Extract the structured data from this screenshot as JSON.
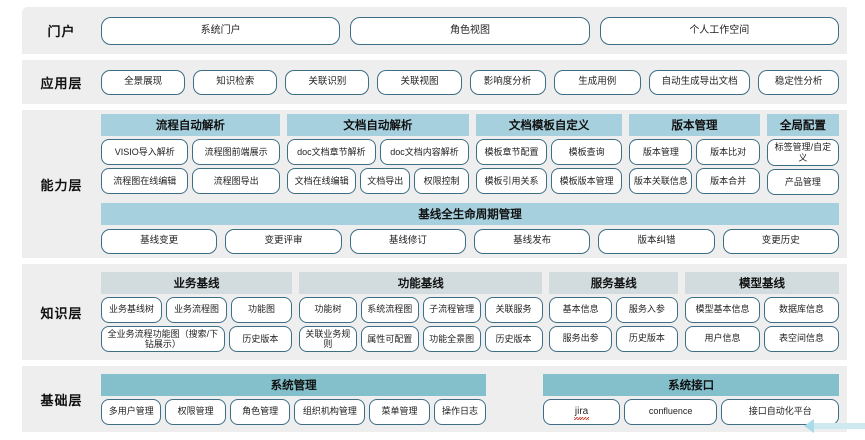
{
  "diagram": {
    "title": "系统分层架构图",
    "colors": {
      "band_bg": "#eeeeee",
      "header_blue": "#a6d0de",
      "header_grey": "#d2dcdf",
      "header_teal": "#83c0cb",
      "pill_border": "#3d6e85",
      "accent_arrow": "#a9dbe9",
      "spellcheck_red": "#d23b2e"
    },
    "layers": [
      {
        "label": "门户",
        "kind": "pills",
        "items": [
          "系统门户",
          "角色视图",
          "个人工作空间"
        ]
      },
      {
        "label": "应用层",
        "kind": "pills",
        "items": [
          "全景展现",
          "知识检索",
          "关联识别",
          "关联视图",
          "影响度分析",
          "生成用例",
          "自动生成导出文档",
          "稳定性分析"
        ]
      },
      {
        "label": "能力层",
        "kind": "groups",
        "header_style": "blue",
        "groups": [
          {
            "title": "流程自动解析",
            "flex": 208,
            "rows": [
              [
                "VISIO导入解析",
                "流程图前端展示"
              ],
              [
                "流程图在线编辑",
                "流程图导出"
              ]
            ]
          },
          {
            "title": "文档自动解析",
            "flex": 212,
            "rows": [
              [
                "doc文档章节解析",
                "doc文档内容解析"
              ],
              [
                "文档在线编辑",
                "文档导出",
                "权限控制"
              ]
            ]
          },
          {
            "title": "文档模板自定义",
            "flex": 170,
            "rows": [
              [
                "模板章节配置",
                "模板查询"
              ],
              [
                "模板引用关系",
                "模板版本管理"
              ]
            ]
          },
          {
            "title": "版本管理",
            "flex": 152,
            "rows": [
              [
                "版本管理",
                "版本比对"
              ],
              [
                "版本关联信息",
                "版本合并"
              ]
            ]
          },
          {
            "title": "全局配置",
            "flex": 84,
            "rows": [
              [
                "标签管理/自定义"
              ],
              [
                "产品管理"
              ]
            ]
          }
        ],
        "fullband": {
          "title": "基线全生命周期管理",
          "items": [
            "基线变更",
            "变更评审",
            "基线修订",
            "基线发布",
            "版本纠错",
            "变更历史"
          ]
        }
      },
      {
        "label": "知识层",
        "kind": "groups",
        "header_style": "grey",
        "groups": [
          {
            "title": "业务基线",
            "flex": 196,
            "rows": [
              [
                "业务基线树",
                "业务流程图",
                "功能图"
              ],
              [
                "全业务流程功能图（搜索/下钻展示）",
                "历史版本"
              ]
            ]
          },
          {
            "title": "功能基线",
            "flex": 250,
            "rows": [
              [
                "功能树",
                "系统流程图",
                "子流程管理",
                "关联服务"
              ],
              [
                "关联业务规则",
                "属性可配置",
                "功能全景图",
                "历史版本"
              ]
            ]
          },
          {
            "title": "服务基线",
            "flex": 132,
            "rows": [
              [
                "基本信息",
                "服务入参"
              ],
              [
                "服务出参",
                "历史版本"
              ]
            ]
          },
          {
            "title": "模型基线",
            "flex": 158,
            "rows": [
              [
                "模型基本信息",
                "数据库信息"
              ],
              [
                "用户信息",
                "表空间信息"
              ]
            ]
          }
        ]
      },
      {
        "label": "基础层",
        "kind": "groups",
        "header_style": "teal",
        "groups": [
          {
            "title": "系统管理",
            "flex": 430,
            "rows": [
              [
                "多用户管理",
                "权限管理",
                "角色管理",
                "组织机构管理",
                "菜单管理",
                "操作日志"
              ]
            ]
          },
          {
            "title": "",
            "spacer": true,
            "flex": 48,
            "rows": []
          },
          {
            "title": "系统接口",
            "flex": 330,
            "rows": [
              [
                "jira",
                "confluence",
                "接口自动化平台"
              ]
            ]
          }
        ]
      }
    ]
  }
}
